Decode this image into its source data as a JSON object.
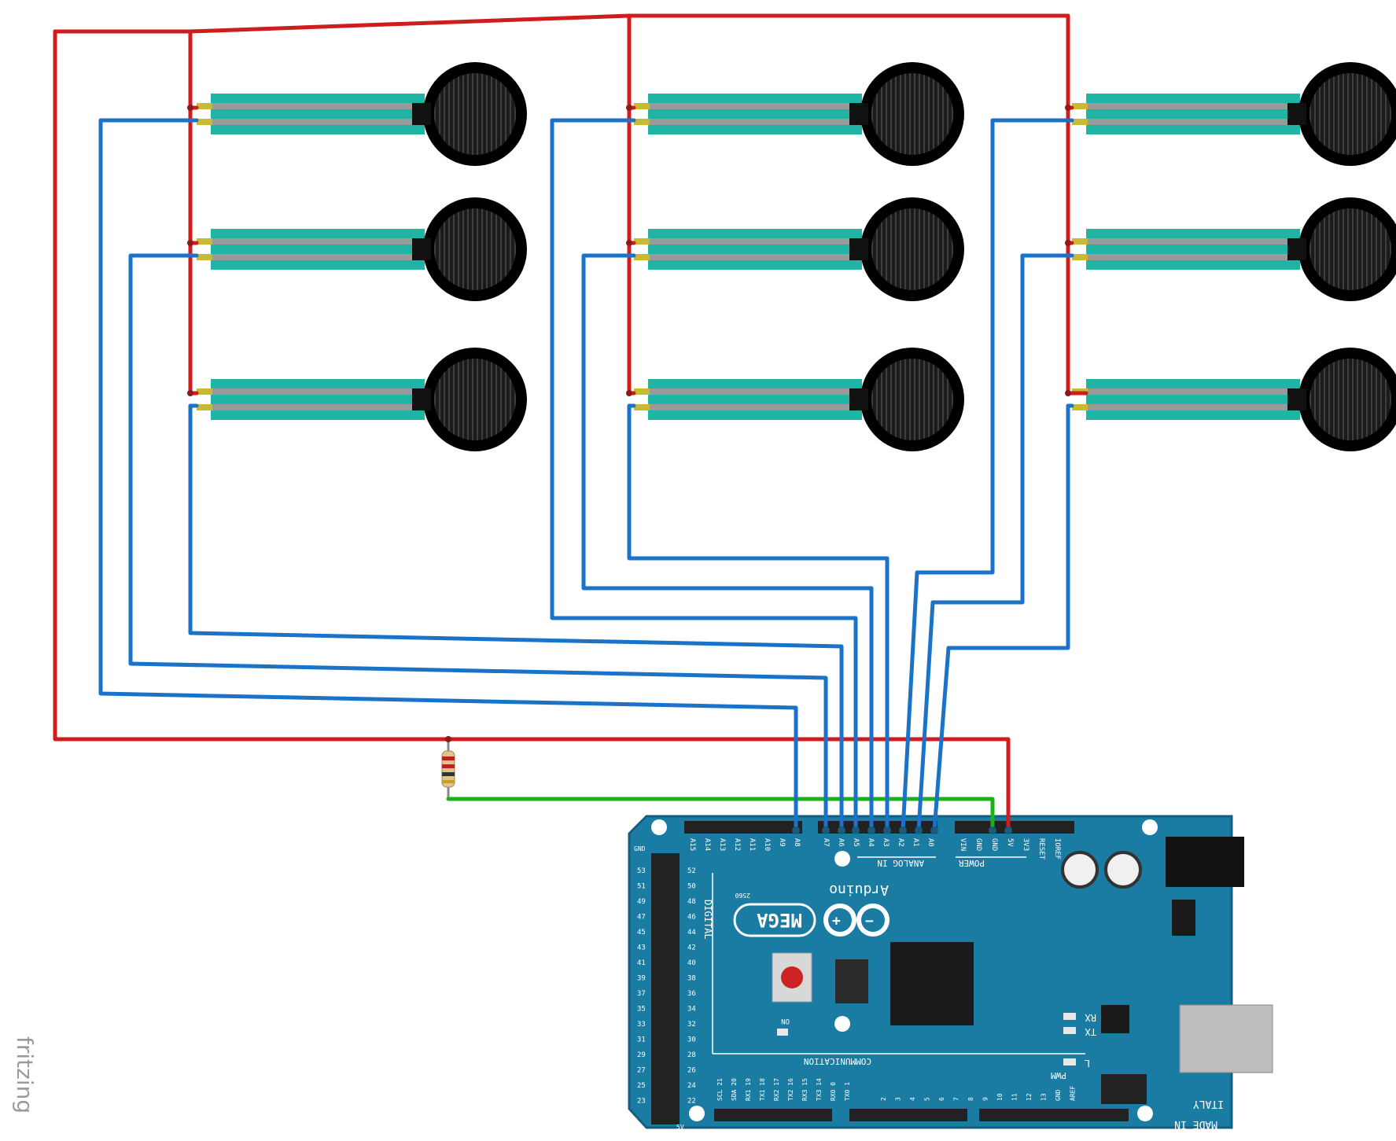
{
  "watermark": "fritzing",
  "board": {
    "brand": "Arduino",
    "model": "MEGA",
    "model_tag": "2560",
    "made_in": "MADE IN",
    "country": "ITALY",
    "section_analog": "ANALOG IN",
    "section_power": "POWER",
    "section_digital": "DIGITAL",
    "section_comm": "COMMUNICATION",
    "section_pwm": "PWM",
    "led_on": "ON",
    "led_tx": "TX",
    "led_rx": "RX",
    "led_l": "L",
    "analog_pins": [
      "A15",
      "A14",
      "A13",
      "A12",
      "A11",
      "A10",
      "A9",
      "A8",
      "A7",
      "A6",
      "A5",
      "A4",
      "A3",
      "A2",
      "A1",
      "A0"
    ],
    "power_pins": [
      "VIN",
      "GND",
      "GND",
      "5V",
      "3V3",
      "RESET",
      "IOREF"
    ],
    "comm_pins": [
      "SCL 21",
      "SDA 20",
      "RX1 19",
      "TX1 18",
      "RX2 17",
      "TX2 16",
      "RX3 15",
      "TX3 14",
      "RX0 0",
      "TX0 1"
    ],
    "pwm_pins": [
      "2",
      "3",
      "4",
      "5",
      "6",
      "7",
      "8",
      "9",
      "10",
      "11",
      "12",
      "13",
      "GND",
      "AREF"
    ],
    "digital_pins": [
      "52",
      "50",
      "48",
      "46",
      "44",
      "42",
      "40",
      "38",
      "36",
      "34",
      "32",
      "30",
      "28",
      "26",
      "24",
      "22"
    ],
    "digital_pins_b": [
      "53",
      "51",
      "49",
      "47",
      "45",
      "43",
      "41",
      "39",
      "37",
      "35",
      "33",
      "31",
      "29",
      "27",
      "25",
      "23"
    ],
    "edge_labels": [
      "GND",
      "5V"
    ]
  },
  "wire_colors": {
    "power": "#d01c1c",
    "signal": "#1a73c8",
    "ground": "#1cb01c"
  },
  "components": {
    "sensor_count": 9,
    "sensor_type": "force-sensitive-resistor",
    "resistor_count": 1
  }
}
